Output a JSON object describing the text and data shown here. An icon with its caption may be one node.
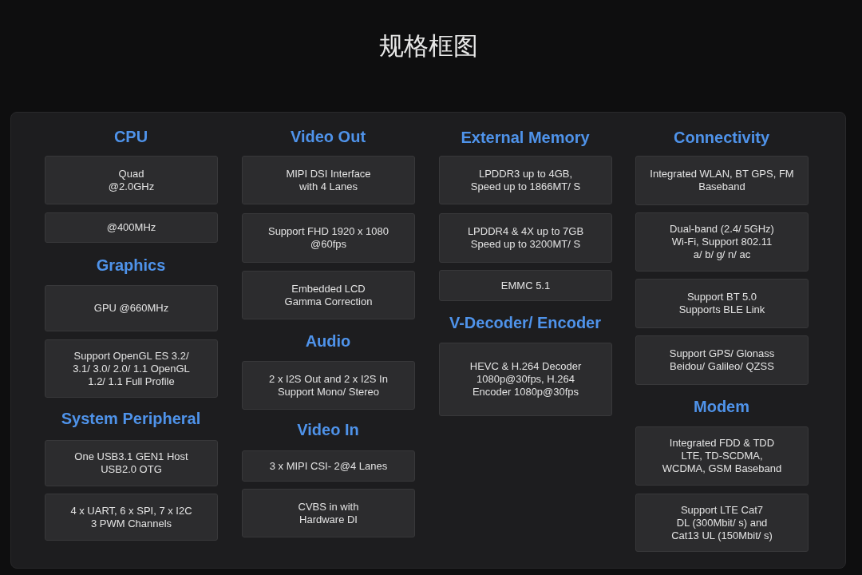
{
  "diagram": {
    "title": "规格框图",
    "nodes": [
      {
        "text": [],
        "shape": "box"
      },
      {
        "text": [
          "Quad @2.0GHz"
        ],
        "in": 0
      },
      {
        "text": [
          "@400MHz"
        ],
        "in": 0
      },
      {
        "text": [
          "GPU @660MHz"
        ],
        "in": 0
      },
      {
        "text": [
          "Support OpenGL ES 3.2/ 3.1/ 3.0/ 2.0/ 1.1 OpenGL 1.2/ 1.1 Full Profile"
        ],
        "in": 0
      },
      {
        "text": [
          "One USB3.1 GEN1 Host USB2.0 OTG"
        ],
        "in": 0
      },
      {
        "text": [
          "4 x UART, 6 x SPI, 7 x I2C 3 PWM Channels"
        ],
        "in": 0
      },
      {
        "text": [
          "MIPI DSI Interface with 4 Lanes"
        ],
        "in": 0
      },
      {
        "text": [
          "Support FHD 1920 x 1080 @60fps"
        ],
        "in": 0
      },
      {
        "text": [
          "Embedded LCD Gamma Correction"
        ],
        "in": 0
      },
      {
        "text": [
          "2 x I2S Out and 2 x I2S In Support Mono/ Stereo"
        ],
        "in": 0
      },
      {
        "text": [
          "3 x MIPI CSI- 2@4 Lanes"
        ],
        "in": 0
      },
      {
        "text": [
          "CVBS in with Hardware DI"
        ],
        "in": 0
      },
      {
        "text": [
          "LPDDR3 up to 4GB, Speed up to 1866MT/ S"
        ],
        "in": 0
      },
      {
        "text": [
          "LPDDR4 & 4X up to 7GB Speed up to 3200MT/ S"
        ],
        "in": 0
      },
      {
        "text": [
          "EMMC 5.1"
        ],
        "in": 0
      },
      {
        "text": [
          "HEVC & H.264 Decoder 1080p@30fps, H.264 Encoder 1080p@30fps"
        ],
        "in": 0
      },
      {
        "text": [
          "Integrated WLAN, BT GPS, FM Baseband"
        ],
        "in": 0
      },
      {
        "text": [
          "Dual-band (2.4/ 5GHz) Wi-Fi, Support 802.11 a/ b/ g/ n/ ac"
        ],
        "in": 0
      },
      {
        "text": [
          "Support BT 5.0 Supports BLE Link"
        ],
        "in": 0
      },
      {
        "text": [
          "Support GPS/ Glonass Beidou/ Galileo/ QZSS"
        ],
        "in": 0
      },
      {
        "text": [
          "Integrated FDD & TDD LTE, TD-SCDMA, WCDMA, GSM Baseband"
        ],
        "in": 0
      },
      {
        "text": [
          "Support LTE Cat7 DL (300Mbit/ s) and Cat13 UL (150Mbit/ s)"
        ],
        "in": 0
      }
    ],
    "labels": [
      "CPU",
      "Graphics",
      "System Peripheral",
      "Video Out",
      "Audio",
      "Video In",
      "External Memory",
      "V-Decoder/ Encoder",
      "Connectivity",
      "Modem"
    ]
  }
}
